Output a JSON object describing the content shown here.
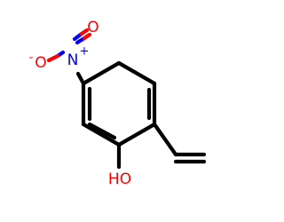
{
  "molecule": {
    "atom_labels": {
      "nitro_oxygen": "O",
      "nitro_oxygen_charge": "-",
      "nitrogen": "N",
      "nitrogen_charge": "+",
      "hydroxyl": "HO"
    },
    "colors": {
      "bond": "#000000",
      "oxygen": "#ff0000",
      "nitrogen": "#0000ff"
    }
  }
}
